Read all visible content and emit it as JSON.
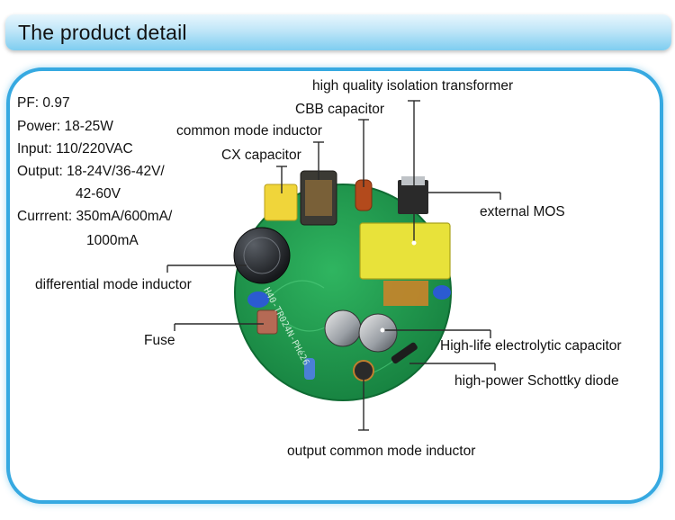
{
  "header": {
    "title": "The product detail"
  },
  "specs": {
    "pf": "PF: 0.97",
    "power": "Power: 18-25W",
    "input": "Input: 110/220VAC",
    "output_line1": "Output: 18-24V/36-42V/",
    "output_line2": "42-60V",
    "current_line1": "Currrent: 350mA/600mA/",
    "current_line2": "1000mA"
  },
  "callouts": {
    "isolation_transformer": "high quality isolation transformer",
    "cbb_capacitor": "CBB capacitor",
    "common_mode_inductor": "common mode inductor",
    "cx_capacitor": "CX capacitor",
    "external_mos": "external MOS",
    "differential_mode_inductor": "differential mode inductor",
    "fuse": "Fuse",
    "electrolytic_capacitor": "High-life electrolytic capacitor",
    "schottky_diode": "high-power Schottky diode",
    "output_common_mode_inductor": "output common mode inductor"
  },
  "board": {
    "silkscreen": "H40-TR024N-PHé26"
  },
  "colors": {
    "header_gradient_top": "#e8f6fd",
    "header_gradient_bottom": "#7fcdf0",
    "panel_border": "#36a9e1",
    "pcb_green": "#1f9a4e",
    "transformer_yellow": "#e8e23a"
  }
}
